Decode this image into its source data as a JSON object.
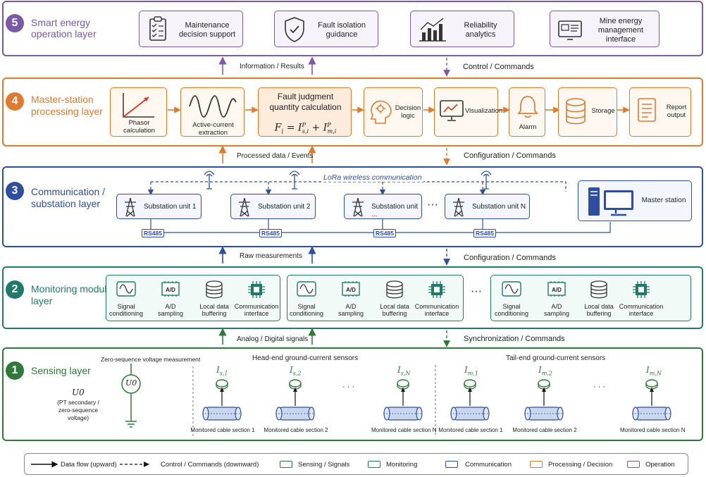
{
  "layers": {
    "l5": {
      "num": "5",
      "title": "Smart energy\noperation layer"
    },
    "l4": {
      "num": "4",
      "title": "Master-station\nprocessing layer"
    },
    "l3": {
      "num": "3",
      "title": "Communication /\nsubstation layer"
    },
    "l2": {
      "num": "2",
      "title": "Monitoring module\nlayer"
    },
    "l1": {
      "num": "1",
      "title": "Sensing layer"
    }
  },
  "l5_boxes": [
    "Maintenance\ndecision support",
    "Fault isolation\nguidance",
    "Reliability\nanalytics",
    "Mine energy\nmanagement\ninterface"
  ],
  "l4_boxes": {
    "phasor": "Phasor\ncalculation",
    "active": "Active-current\nextraction",
    "fault_title": "Fault judgment\nquantity calculation",
    "formula": "F_i = I^P_{s,i} + I^P_{m,i}",
    "decision": "Decision\nlogic",
    "visualization": "Visualization",
    "alarm": "Alarm",
    "storage": "Storage",
    "report": "Report\noutput"
  },
  "connectors": {
    "info_results": "Information / Results",
    "control_commands": "Control / Commands",
    "processed": "Processed data / Events",
    "config1": "Configuration / Commands",
    "raw": "Raw measurements",
    "config2": "Configuration / Commands",
    "analog": "Analog / Digital signals",
    "sync": "Synchronization / Commands"
  },
  "l3": {
    "lora": "LoRa wireless communication",
    "units": [
      "Substation unit 1",
      "Substation unit 2",
      "Substation unit ...",
      "Substation unit N"
    ],
    "ellipsis": "···",
    "rs485": "RS485",
    "master": "Master station"
  },
  "l2": {
    "steps": [
      "Signal\nconditioning",
      "A/D\nsampling",
      "Local data\nbuffering",
      "Communication\ninterface"
    ],
    "ad_icon_text": "A/D",
    "ellipsis": "···"
  },
  "l1": {
    "zero_seq": "Zero-sequence voltage measurement",
    "u0": "U0",
    "u0_desc": "(PT secondary /\nzero-sequence\nvoltage)",
    "head_title": "Head-end ground-current sensors",
    "tail_title": "Tail-end ground-current sensors",
    "head_sensors": [
      "I s,1",
      "I s,2",
      "I s,N"
    ],
    "tail_sensors": [
      "I m,1",
      "I m,2",
      "I m,N"
    ],
    "head_sections": [
      "Monitored cable section 1",
      "Monitored cable section 2",
      "Monitored cable section N"
    ],
    "tail_sections": [
      "Monitored cable section 1",
      "Monitored cable section 2",
      "Monitored cable section N"
    ],
    "ellipsis": "· · ·"
  },
  "legend": {
    "upward": "Data flow (upward)",
    "downward": "Control / Commands (downward)",
    "items": [
      "Sensing / Signals",
      "Monitoring",
      "Communication",
      "Processing / Decision",
      "Operation"
    ]
  },
  "colors": {
    "operation": "#7b59a8",
    "processing": "#e07a2f",
    "communication": "#2e4fa0",
    "monitoring": "#1f7a6a",
    "sensing": "#2f7a3a"
  }
}
